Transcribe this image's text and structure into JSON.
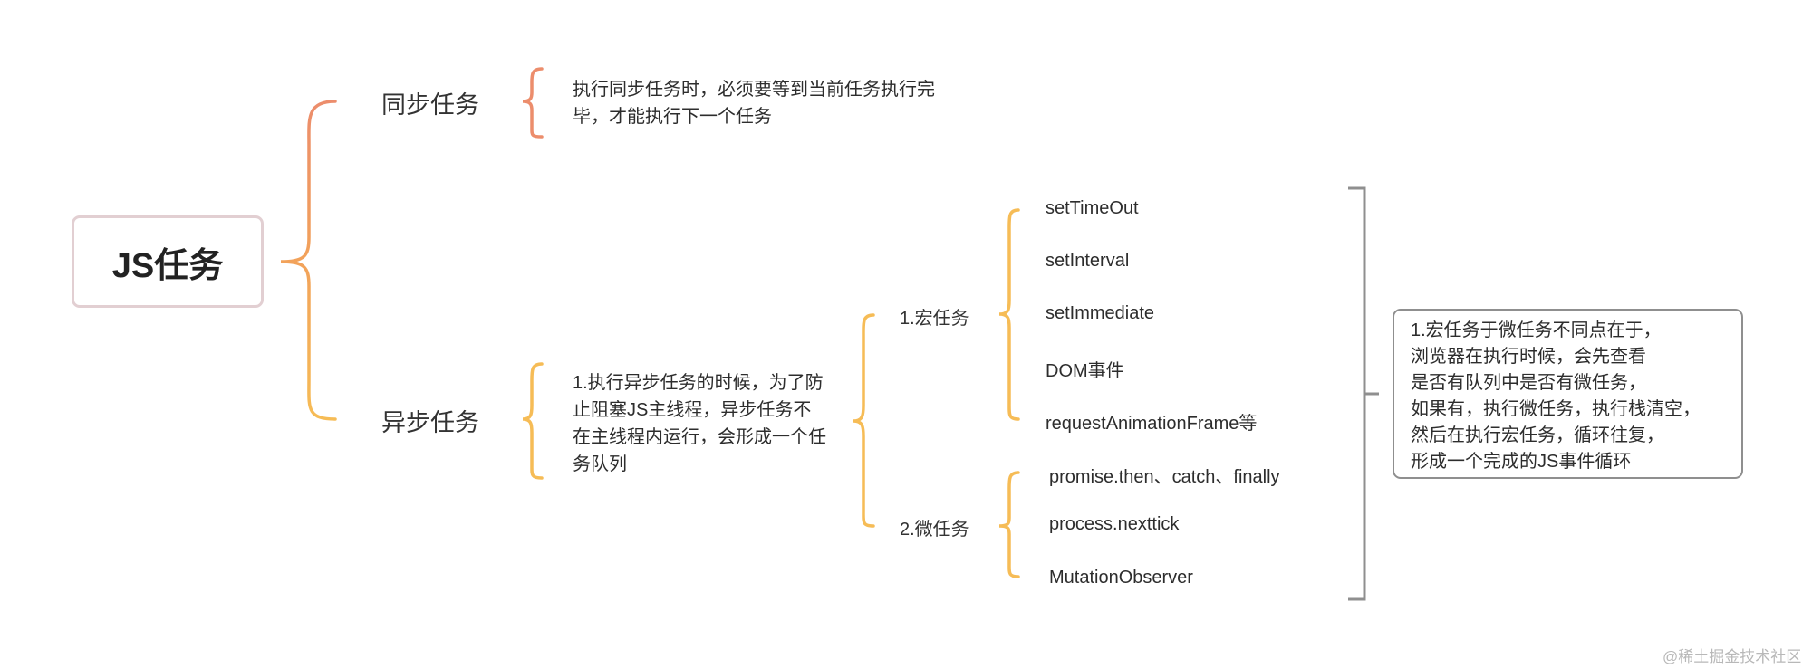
{
  "root": {
    "title": "JS任务"
  },
  "sync": {
    "label": "同步任务",
    "description": "执行同步任务时，必须要等到当前任务执行完毕，才能执行下一个任务"
  },
  "async": {
    "label": "异步任务",
    "description": "1.执行异步任务的时候，为了防止阻塞JS主线程，异步任务不在主线程内运行，会形成一个任务队列"
  },
  "macro": {
    "label": "1.宏任务",
    "items": [
      "setTimeOut",
      "setInterval",
      "setImmediate",
      "DOM事件",
      "requestAnimationFrame等"
    ]
  },
  "micro": {
    "label": "2.微任务",
    "items": [
      "promise.then、catch、finally",
      "process.nexttick",
      "MutationObserver"
    ]
  },
  "summary": {
    "lines": [
      "1.宏任务于微任务不同点在于，",
      "浏览器在执行时候，会先查看",
      "是否有队列中是否有微任务，",
      "如果有，执行微任务，执行栈清空，",
      "然后在执行宏任务，循环往复，",
      "形成一个完成的JS事件循环"
    ]
  },
  "watermark": "@稀土掘金技术社区",
  "colors": {
    "sync_branch": "#ec8d6c",
    "async_branch": "#f6bc56",
    "summary_bracket": "#8f8f8f",
    "root_border": "#e2cfd2"
  }
}
